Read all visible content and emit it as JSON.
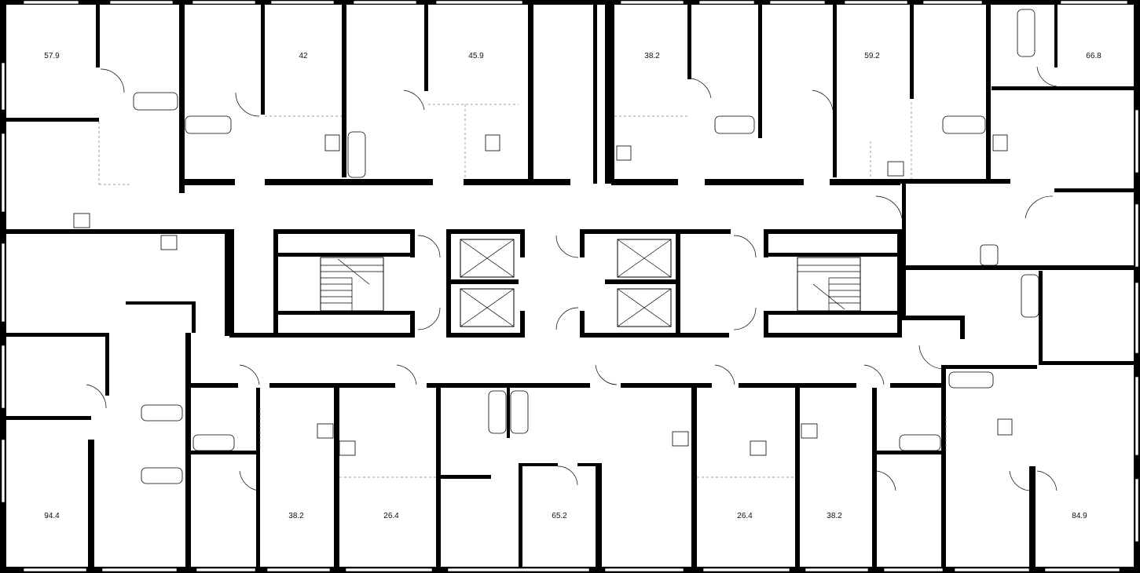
{
  "plan": {
    "apartments": [
      {
        "id": "apt-top-1",
        "area": "57.9"
      },
      {
        "id": "apt-top-2",
        "area": "42"
      },
      {
        "id": "apt-top-3",
        "area": "45.9"
      },
      {
        "id": "apt-top-4",
        "area": "38.2"
      },
      {
        "id": "apt-top-5",
        "area": "59.2"
      },
      {
        "id": "apt-top-6",
        "area": "66.8"
      },
      {
        "id": "apt-bottom-1",
        "area": "94.4"
      },
      {
        "id": "apt-bottom-2",
        "area": "38.2"
      },
      {
        "id": "apt-bottom-3",
        "area": "26.4"
      },
      {
        "id": "apt-bottom-4",
        "area": "65.2"
      },
      {
        "id": "apt-bottom-5",
        "area": "26.4"
      },
      {
        "id": "apt-bottom-6",
        "area": "38.2"
      },
      {
        "id": "apt-bottom-7",
        "area": "84.9"
      }
    ]
  }
}
